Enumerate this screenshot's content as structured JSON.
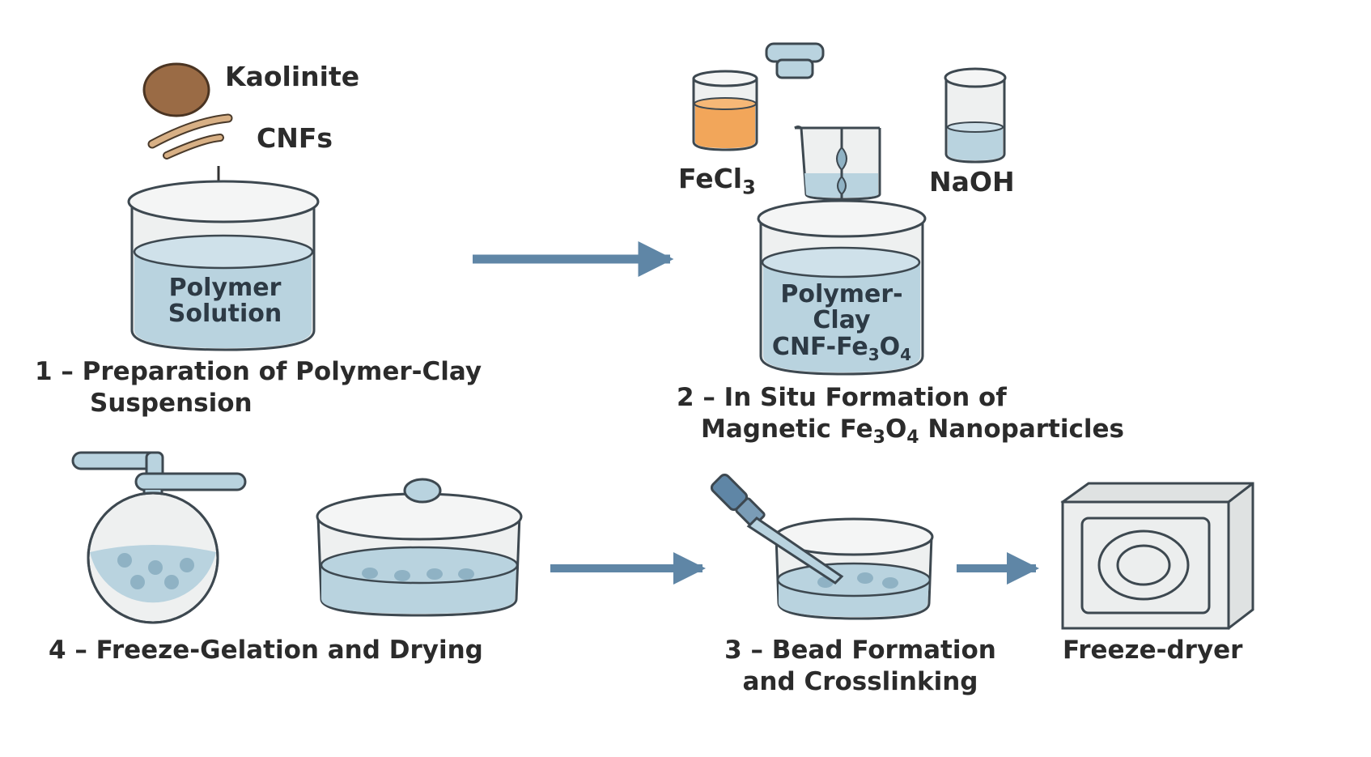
{
  "materials": {
    "kaolinite": "Kaolinite",
    "cnfs": "CNFs",
    "fecl3": "FeCl",
    "fecl3_sub": "3",
    "naoh": "NaOH"
  },
  "beakers": {
    "polymer_solution": [
      "Polymer",
      "Solution"
    ],
    "composite": {
      "line1": "Polymer-",
      "line2": "Clay",
      "line3_main": "CNF-Fe",
      "line3_sub1": "3",
      "line3_mid": "O",
      "line3_sub2": "4"
    }
  },
  "steps": {
    "step1": [
      "1 – Preparation of Polymer-Clay",
      "Suspension"
    ],
    "step2": {
      "line1": "2 – In Situ Formation of",
      "line2_pre": "Magnetic Fe",
      "line2_sub1": "3",
      "line2_mid": "O",
      "line2_sub2": "4",
      "line2_post": " Nanoparticles"
    },
    "step3": [
      "3 – Bead Formation",
      "and Crosslinking"
    ],
    "step4": "4 – Freeze-Gelation and Drying",
    "freeze_dryer": "Freeze-dryer"
  },
  "colors": {
    "liquid": "#b9d3df",
    "liquid_dark": "#8fb2c4",
    "outline": "#3d4850",
    "arrow": "#5f86a6",
    "kaolinite": "#9a6b45",
    "cnf": "#d8b085",
    "fecl3_liquid": "#f2a65a",
    "glass": "#eef0f0"
  }
}
